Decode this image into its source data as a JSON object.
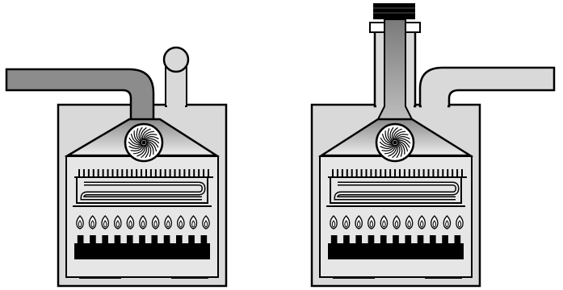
{
  "colors": {
    "background": "#ffffff",
    "casing_fill": "#d9d9d9",
    "inner_fill": "#e6e6e6",
    "duct_dark": "#8c8c8c",
    "duct_light": "#d9d9d9",
    "flue_gradient_top": "#777777",
    "flue_gradient_bottom": "#c8c8c8",
    "hood_top": "#8a8a8a",
    "hood_bottom": "#eeeeee",
    "outline": "#000000",
    "burner": "#000000",
    "flame": "#ffffff"
  },
  "boilers": [
    {
      "id": "left-boiler",
      "fan_icon": "fan-icon",
      "flue": "room-air-intake-duct-and-flue-outlet",
      "flame_count": 11,
      "fin_count": 28
    },
    {
      "id": "right-boiler",
      "fan_icon": "fan-icon",
      "flue": "vertical-flue-with-side-air-intake",
      "flame_count": 11,
      "fin_count": 28
    }
  ]
}
